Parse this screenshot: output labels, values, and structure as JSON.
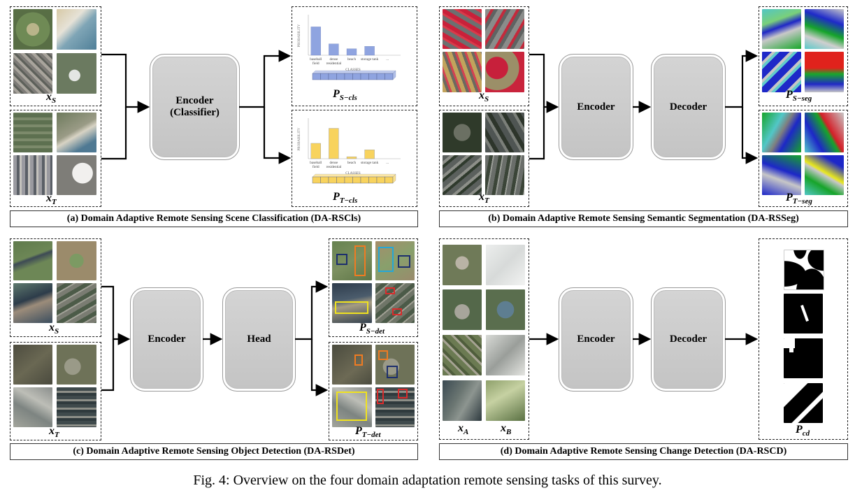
{
  "panels": {
    "a": {
      "caption": "(a) Domain Adaptive Remote Sensing Scene Classification (DA-RSCls)",
      "block": [
        "Encoder",
        "(Classifier)"
      ],
      "src_label": {
        "base": "x",
        "sub": "S"
      },
      "tgt_label": {
        "base": "x",
        "sub": "T"
      },
      "out_src_label": {
        "base": "P",
        "sub": "S−cls"
      },
      "out_tgt_label": {
        "base": "P",
        "sub": "T−cls"
      },
      "chart_ylabel": "PROBABILITY",
      "chart_xlabel": "CLASSES",
      "chart_categories": [
        "baseball field",
        "dense residential",
        "beach",
        "storage tank",
        "..."
      ]
    },
    "b": {
      "caption": "(b) Domain Adaptive Remote Sensing Semantic Segmentation (DA-RSSeg)",
      "encoder": "Encoder",
      "decoder": "Decoder",
      "src_label": {
        "base": "x",
        "sub": "S"
      },
      "tgt_label": {
        "base": "x",
        "sub": "T"
      },
      "out_src_label": {
        "base": "P",
        "sub": "S−seg"
      },
      "out_tgt_label": {
        "base": "P",
        "sub": "T−seg"
      }
    },
    "c": {
      "caption": "(c) Domain Adaptive Remote Sensing Object Detection (DA-RSDet)",
      "encoder": "Encoder",
      "head": "Head",
      "src_label": {
        "base": "x",
        "sub": "S"
      },
      "tgt_label": {
        "base": "x",
        "sub": "T"
      },
      "out_src_label": {
        "base": "P",
        "sub": "S−det"
      },
      "out_tgt_label": {
        "base": "P",
        "sub": "T−det"
      }
    },
    "d": {
      "caption": "(d) Domain Adaptive Remote Sensing Change Detection (DA-RSCD)",
      "encoder": "Encoder",
      "decoder": "Decoder",
      "a_label": {
        "base": "x",
        "sub": "A"
      },
      "b_label": {
        "base": "x",
        "sub": "B"
      },
      "out_label": {
        "base": "P",
        "sub": "cd"
      }
    }
  },
  "figure_caption": "Fig. 4: Overview on the four domain adaptation remote sensing tasks of this survey.",
  "chart_data": [
    {
      "type": "bar",
      "name": "source classification output",
      "categories": [
        "baseball field",
        "dense residential",
        "beach",
        "storage tank",
        "..."
      ],
      "values": [
        0.7,
        0.28,
        0.16,
        0.22,
        0
      ],
      "color": "#8fa4e0",
      "ylabel": "PROBABILITY",
      "xlabel": "CLASSES"
    },
    {
      "type": "bar",
      "name": "target classification output",
      "categories": [
        "baseball field",
        "dense residential",
        "beach",
        "storage tank",
        "..."
      ],
      "values": [
        0.38,
        0.75,
        0.05,
        0.22,
        0
      ],
      "color": "#f8d35e",
      "ylabel": "PROBABILITY",
      "xlabel": "CLASSES"
    }
  ]
}
